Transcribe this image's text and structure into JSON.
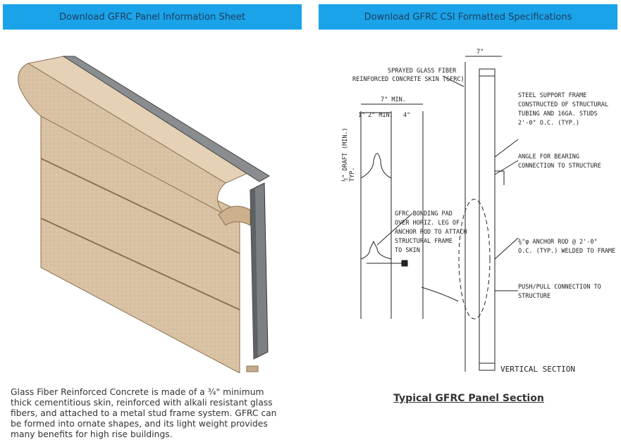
{
  "buttons": {
    "info_sheet": "Download GFRC Panel Information Sheet",
    "csi_specs": "Download GFRC CSI Formatted Specifications"
  },
  "description": "Glass Fiber Reinforced Concrete is made of a ¾\" minimum thick cementitious skin, reinforced with alkali resistant glass fibers, and attached to a metal stud frame system. GFRC can be formed into ornate shapes, and its light weight provides many benefits for high rise buildings.",
  "caption": "Typical GFRC Panel Section",
  "drawing": {
    "dim_top": "7\"",
    "dim_min": "7\" MIN.",
    "dim_1": "1\"",
    "dim_2": "2\" MIN.",
    "dim_4": "4\"",
    "draft_1": "½\" DRAFT (MIN.)",
    "draft_2": "TYP.",
    "skin_1": "SPRAYED GLASS FIBER",
    "skin_2": "REINFORCED CONCRETE SKIN (GFRC)",
    "frame_1": "STEEL SUPPORT FRAME",
    "frame_2": "CONSTRUCTED OF STRUCTURAL",
    "frame_3": "TUBING AND 16GA. STUDS",
    "frame_4": "2'-0\" O.C. (TYP.)",
    "angle_1": "ANGLE FOR BEARING",
    "angle_2": "CONNECTION TO STRUCTURE",
    "pad_1": "GFRC BONDING PAD",
    "pad_2": "OVER HORIZ. LEG OF",
    "pad_3": "ANCHOR ROD TO ATTACH",
    "pad_4": "STRUCTURAL FRAME",
    "pad_5": "TO SKIN",
    "rod_1": "⅜\"φ ANCHOR ROD @ 2'-0\"",
    "rod_2": "O.C. (TYP.) WELDED TO FRAME",
    "push_1": "PUSH/PULL CONNECTION TO",
    "push_2": "STRUCTURE",
    "section_label": "VERTICAL SECTION"
  }
}
